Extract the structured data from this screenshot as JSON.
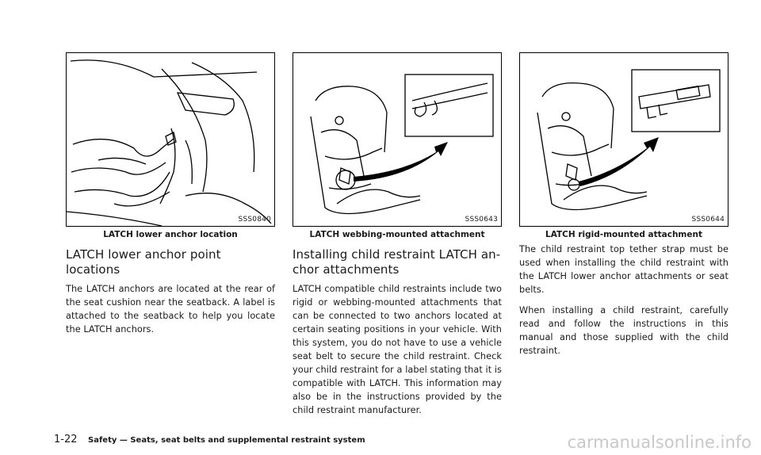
{
  "col1": {
    "figure_code": "SSS0840",
    "caption": "LATCH lower anchor location",
    "heading": "LATCH lower anchor point locations",
    "paragraphs": [
      "The LATCH anchors are located at the rear of the seat cushion near the seatback. A label is attached to the seatback to help you locate the LATCH anchors."
    ]
  },
  "col2": {
    "figure_code": "SSS0643",
    "caption": "LATCH webbing-mounted attachment",
    "heading": "Installing child restraint LATCH an-chor attachments",
    "paragraphs": [
      "LATCH compatible child restraints include two rigid or webbing-mounted attachments that can be connected to two anchors located at certain seating positions in your vehicle. With this system, you do not have to use a vehicle seat belt to secure the child restraint. Check your child restraint for a label stating that it is compatible with LATCH. This information may also be in the instructions provided by the child restraint manufacturer."
    ]
  },
  "col3": {
    "figure_code": "SSS0644",
    "caption": "LATCH rigid-mounted attachment",
    "paragraphs": [
      "The child restraint top tether strap must be used when installing the child restraint with the LATCH lower anchor attachments or seat belts.",
      "When installing a child restraint, carefully read and follow the instructions in this manual and those supplied with the child restraint."
    ]
  },
  "footer": {
    "page_number": "1-22",
    "section_title": "Safety — Seats, seat belts and supplemental restraint system"
  },
  "watermark": "carmanualsonline.info"
}
